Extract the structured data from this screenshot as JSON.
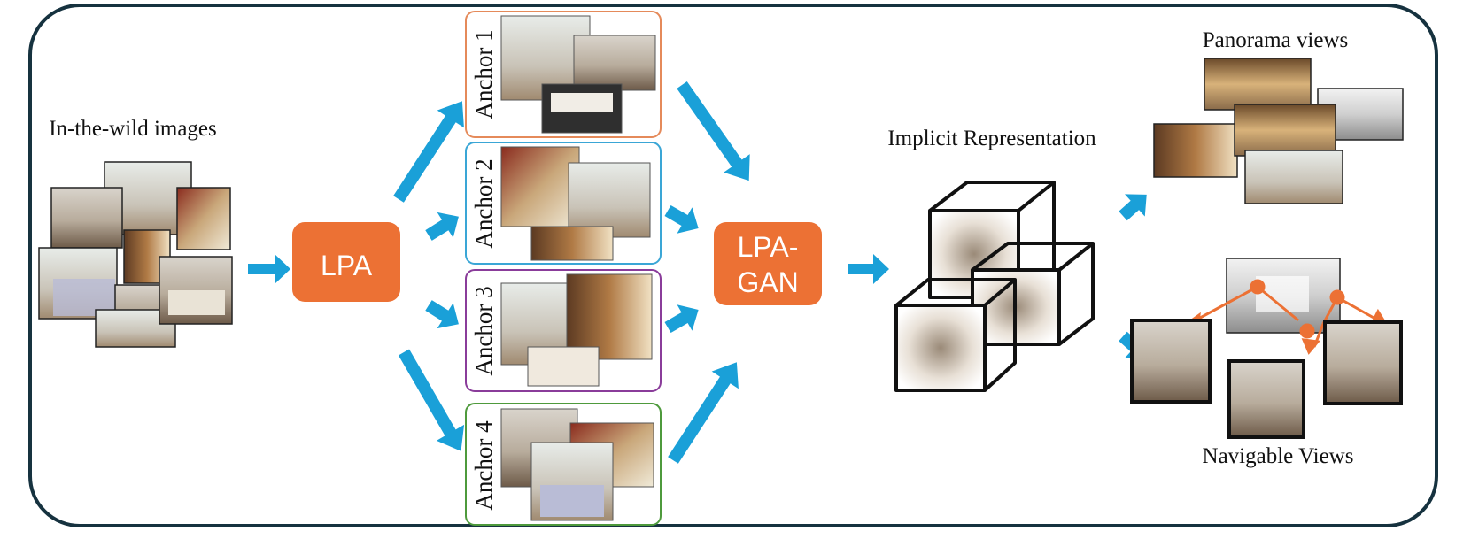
{
  "colors": {
    "frame": "#16323f",
    "arrow": "#1aa0d8",
    "module": "#ec7134",
    "anchor_borders": [
      "#e58a5a",
      "#3aa6d6",
      "#8a3c9a",
      "#4e9a3c"
    ],
    "nav_arrows": "#ec7134"
  },
  "labels": {
    "in_the_wild": "In-the-wild images",
    "implicit": "Implicit Representation",
    "panorama": "Panorama views",
    "navigable": "Navigable Views"
  },
  "modules": {
    "lpa": "LPA",
    "lpagan_line1": "LPA-",
    "lpagan_line2": "GAN"
  },
  "anchors": [
    "Anchor 1",
    "Anchor 2",
    "Anchor 3",
    "Anchor 4"
  ],
  "icons": {
    "photos": "bedroom-photo-thumbnails",
    "cubes": "wireframe-cube-icons",
    "panoramas": "equirectangular-panorama-thumbnails",
    "navigable": "camera-view-thumbnails"
  }
}
